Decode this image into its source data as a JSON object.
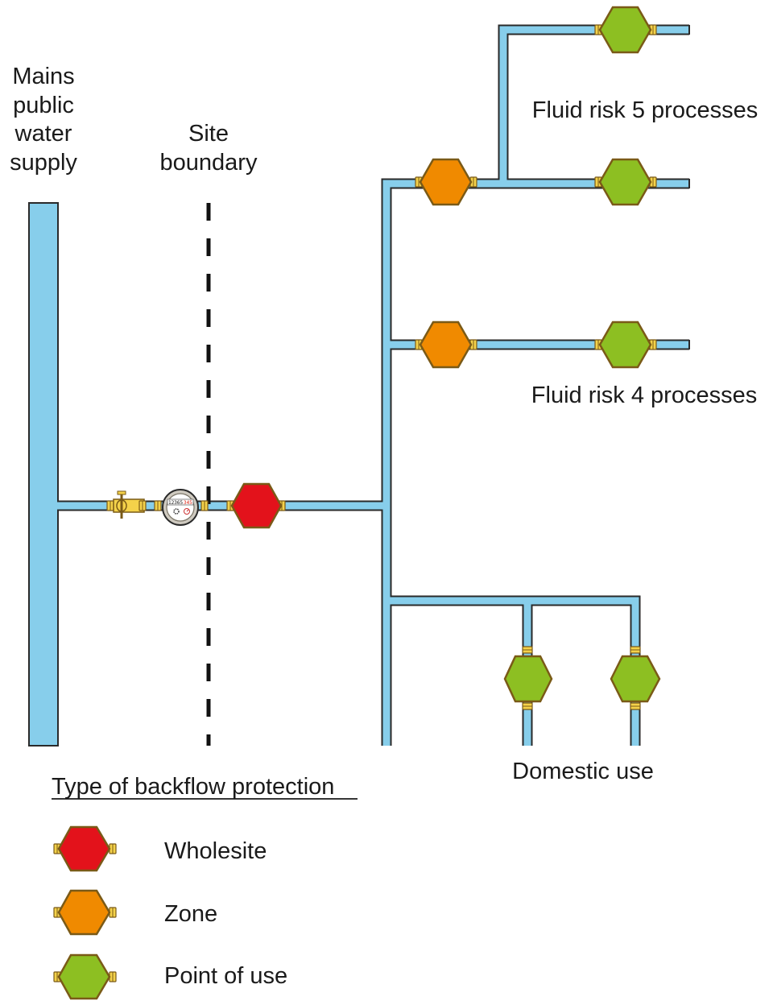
{
  "labels": {
    "mains_line1": "Mains",
    "mains_line2": "public",
    "mains_line3": "water",
    "mains_line4": "supply",
    "site_line1": "Site",
    "site_line2": "boundary",
    "fluid5": "Fluid risk 5 processes",
    "fluid4": "Fluid risk 4 processes",
    "domestic": "Domestic use"
  },
  "meter": {
    "digits": "12365",
    "red_digits": "345"
  },
  "legend": {
    "title": "Type of backflow protection",
    "items": [
      {
        "label": "Wholesite",
        "color": "#e3121b"
      },
      {
        "label": "Zone",
        "color": "#f08a00"
      },
      {
        "label": "Point of use",
        "color": "#8dbf22"
      }
    ]
  },
  "colors": {
    "pipe_fill": "#87ceeb",
    "pipe_stroke": "#2a2a2a",
    "valve_outline": "#7a5a17",
    "fitting": "#f4d24a",
    "boundary": "#111111"
  }
}
